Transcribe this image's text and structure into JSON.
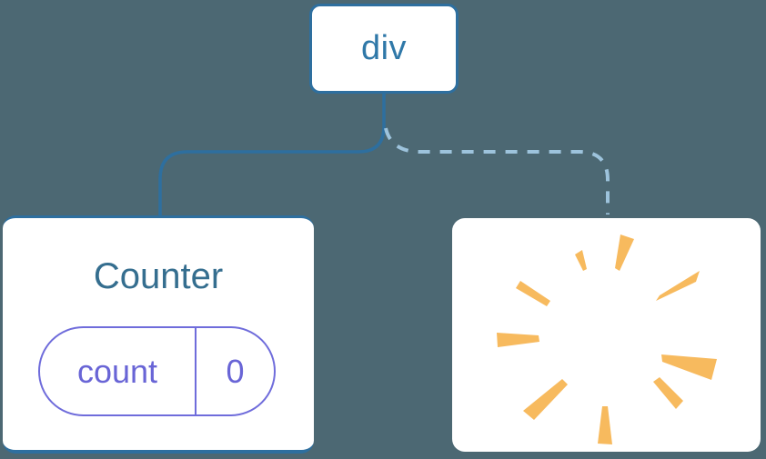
{
  "diagram": {
    "description": "React render tree: div root keeps Counter child (solid edge) while the other child is removed (dashed edge, poof burst)",
    "root": {
      "label": "div"
    },
    "counter": {
      "title": "Counter",
      "state_pill": {
        "name": "count",
        "value": "0"
      }
    },
    "removed": {
      "icon": "poof-burst-icon"
    },
    "edges": [
      {
        "from": "div",
        "to": "Counter",
        "style": "solid"
      },
      {
        "from": "div",
        "to": "removed",
        "style": "dashed"
      }
    ]
  },
  "colors": {
    "background": "#4C6873",
    "card": "#FFFFFF",
    "line_solid": "#2E6F9F",
    "line_dashed": "#9DC3DC",
    "root_border": "#2E6F9F",
    "root_text": "#2F78A8",
    "counter_title": "#356E8F",
    "pill_border": "#6F6CDB",
    "pill_text": "#6965D6",
    "burst": "#F7BA5E"
  }
}
